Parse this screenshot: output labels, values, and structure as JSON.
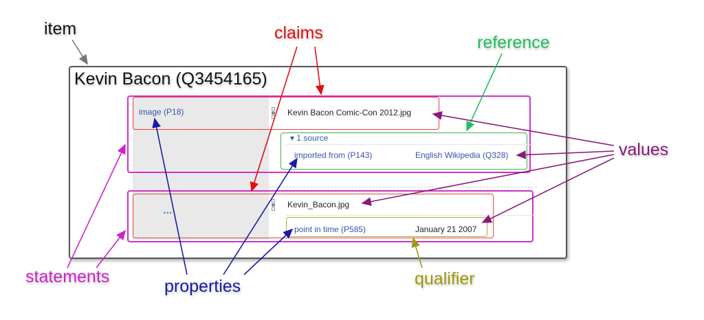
{
  "item": {
    "title": "Kevin Bacon (Q3454165)"
  },
  "statements": [
    {
      "property": "image (P18)",
      "value": "Kevin Bacon Comic-Con 2012.jpg",
      "reference": {
        "toggle": "▾ 1 source",
        "property": "imported from (P143)",
        "value": "English Wikipedia (Q328)"
      }
    },
    {
      "property_placeholder": "...",
      "value": "Kevin_Bacon.jpg",
      "qualifier": {
        "property": "point in time (P585)",
        "value": "January 21 2007"
      }
    }
  ],
  "annotations": {
    "item": "item",
    "claims": "claims",
    "reference": "reference",
    "values": "values",
    "statements": "statements",
    "properties": "properties",
    "qualifier": "qualifier"
  },
  "colors": {
    "item": "#111111",
    "claims": "#e01010",
    "reference": "#20c060",
    "values": "#8a1a7a",
    "statements": "#cc22cc",
    "properties": "#1a1aaa",
    "qualifier": "#a09a10"
  }
}
